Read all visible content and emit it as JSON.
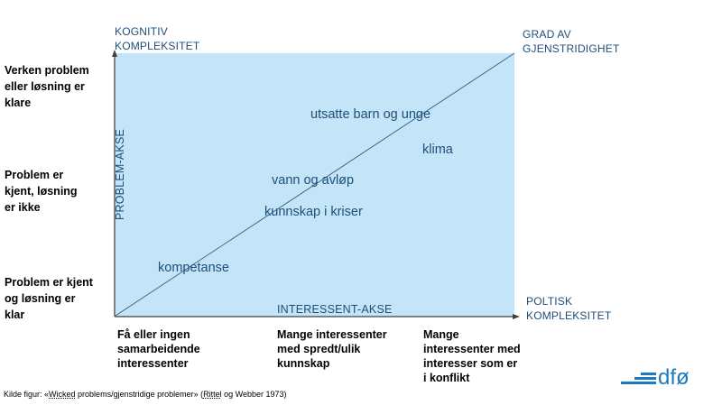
{
  "corner_labels": {
    "kognitiv_line1": "KOGNITIV",
    "kognitiv_line2": "KOMPLEKSITET",
    "grad_line1": "GRAD AV",
    "grad_line2": "GJENSTRIDIGHET",
    "poltisk_line1": "POLTISK",
    "poltisk_line2": "KOMPLEKSITET"
  },
  "axes": {
    "y_axis_label": "PROBLEM-AKSE",
    "x_axis_label": "INTERESSENT-AKSE"
  },
  "y_categories": [
    {
      "line1": "Verken problem",
      "line2": "eller løsning er",
      "line3": "klare"
    },
    {
      "line1": "Problem er",
      "line2": "kjent, løsning",
      "line3": "er ikke"
    },
    {
      "line1": "Problem er kjent",
      "line2": "og løsning er",
      "line3": "klar"
    }
  ],
  "x_categories": [
    {
      "line1": "Få eller ingen",
      "line2": "samarbeidende",
      "line3": "interessenter",
      "line4": ""
    },
    {
      "line1": "Mange interessenter",
      "line2": "med spredt/ulik",
      "line3": "kunnskap",
      "line4": ""
    },
    {
      "line1": "Mange",
      "line2": "interessenter med",
      "line3": "interesser som er",
      "line4": "i konflikt"
    }
  ],
  "topics": {
    "utsatte": "utsatte barn og unge",
    "klima": "klima",
    "vann": "vann og avløp",
    "kunnskap": "kunnskap i kriser",
    "kompetanse": "kompetanse"
  },
  "source": {
    "prefix": "Kilde figur: «",
    "wicked": "Wicked",
    "middle": " problems/gjenstridige problemer» (",
    "rittel": "Rittel",
    "suffix": " og Webber 1973)"
  },
  "logo": {
    "text": "dfø"
  },
  "colors": {
    "panel": "#c3e5f7",
    "label_blue": "#1f4e79",
    "axis": "#404040",
    "logo_blue": "#1b7ac2"
  }
}
